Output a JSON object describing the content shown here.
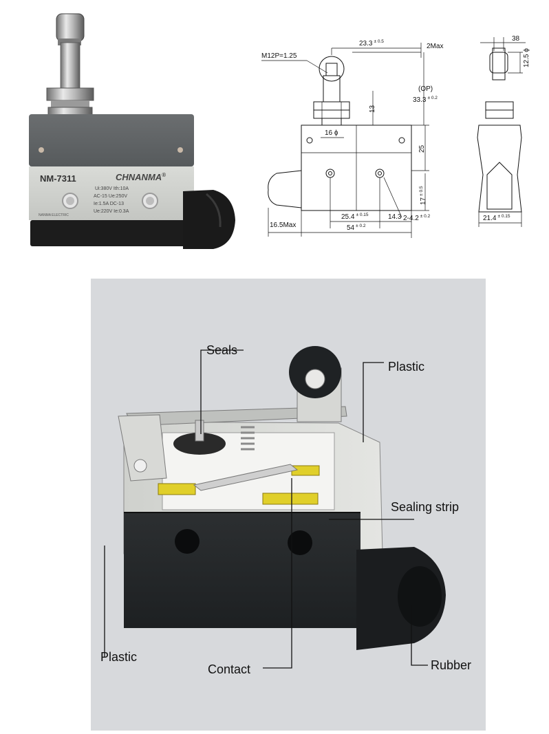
{
  "photo": {
    "model": "NM-7311",
    "brand": "CHNANMA",
    "brand_mark": "®",
    "specs": [
      "Ui:380V Ith:10A",
      "AC-15 Ue:250V",
      "Ie:1.5A DC-13",
      "Ue:220V Ie:0.3A"
    ],
    "maker": "NANMA ELECTRIC"
  },
  "front_drawing": {
    "thread": "M12P=1.25",
    "width_top": "23.3",
    "width_top_tol": "± 0.5",
    "max_offset": "2Max",
    "op_label": "(OP)",
    "op_value": "33.3",
    "op_tol": "± 0.2",
    "shaft_height": "13",
    "shaft_dia": "16 ϕ",
    "body_height": "25",
    "hole_height": "17",
    "hole_height_tol": "± 0.5",
    "hole_spacing": "25.4",
    "hole_spacing_tol": "± 0.15",
    "edge_offset": "14.3",
    "holes": "2-4.2",
    "holes_tol": "± 0.2",
    "plunger_max": "16.5Max",
    "total_width": "54",
    "total_width_tol": "± 0.2"
  },
  "side_drawing": {
    "top_width": "38",
    "roller_dia": "12.5 ϕ",
    "base_width": "21.4",
    "base_width_tol": "± 0.15"
  },
  "cutaway": {
    "labels": {
      "seals": "Seals",
      "plastic_top": "Plastic",
      "sealing_strip": "Sealing strip",
      "plastic_bottom": "Plastic",
      "contact": "Contact",
      "rubber": "Rubber"
    }
  }
}
